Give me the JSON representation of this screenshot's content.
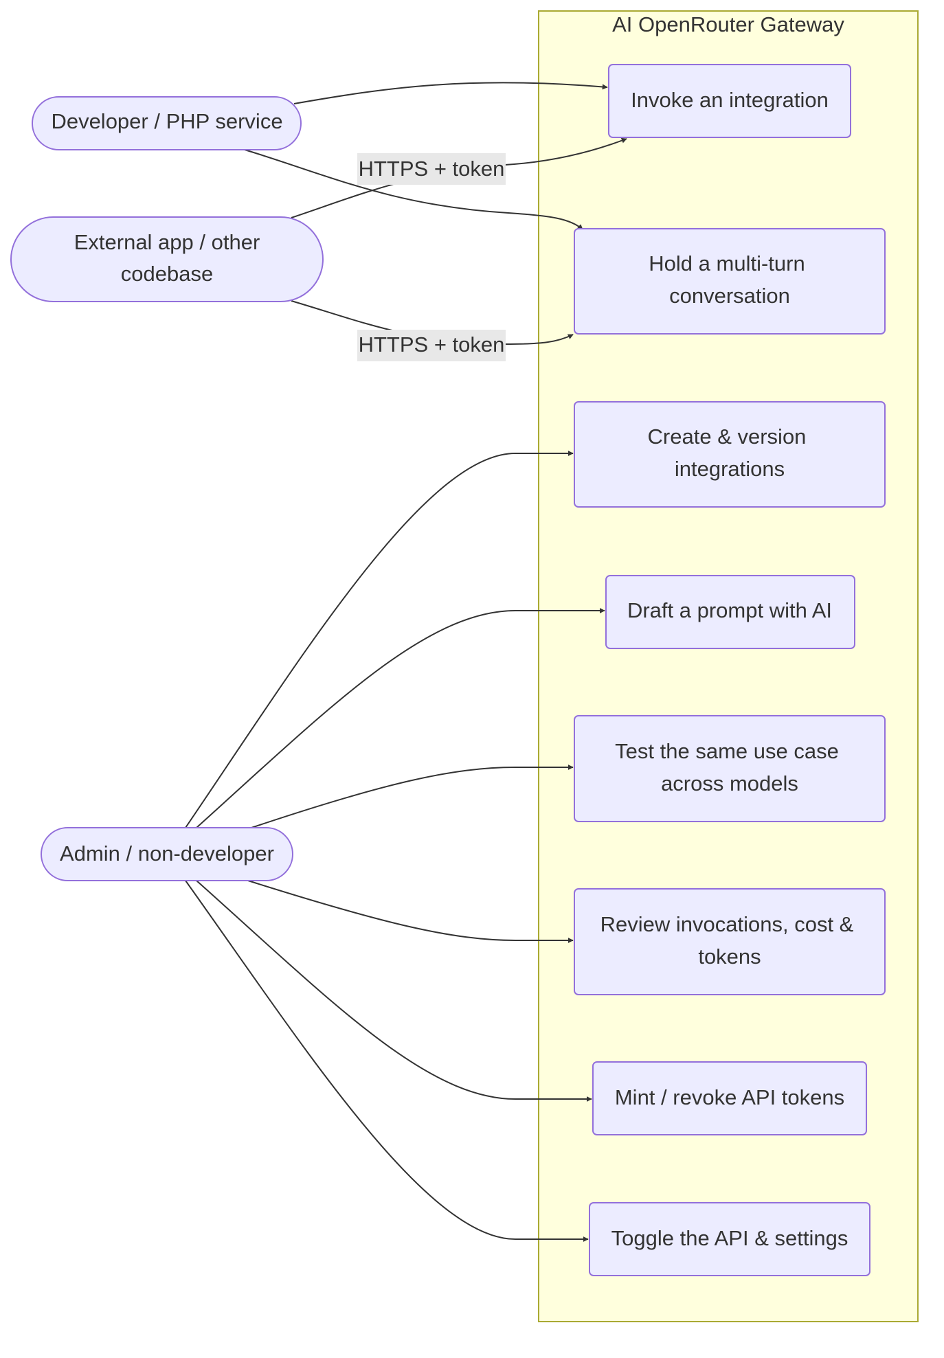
{
  "colors": {
    "cluster_fill": "#ffffdd",
    "cluster_stroke": "#aaaa33",
    "node_fill": "#ececff",
    "node_stroke": "#9370db",
    "edge": "#333333",
    "label_bg": "#e8e8e8",
    "text": "#333333"
  },
  "diagram": {
    "gateway": {
      "title": "AI OpenRouter Gateway"
    },
    "actors": {
      "developer": {
        "lines": [
          "Developer / PHP service"
        ]
      },
      "external": {
        "lines": [
          "External app / other",
          "codebase"
        ]
      },
      "admin": {
        "lines": [
          "Admin / non-developer"
        ]
      }
    },
    "use_cases": {
      "invoke": {
        "lines": [
          "Invoke an integration"
        ]
      },
      "conversation": {
        "lines": [
          "Hold a multi-turn",
          "conversation"
        ]
      },
      "create": {
        "lines": [
          "Create & version",
          "integrations"
        ]
      },
      "draft": {
        "lines": [
          "Draft a prompt with AI"
        ]
      },
      "test": {
        "lines": [
          "Test the same use case",
          "across models"
        ]
      },
      "review": {
        "lines": [
          "Review invocations, cost &",
          "tokens"
        ]
      },
      "mint": {
        "lines": [
          "Mint / revoke API tokens"
        ]
      },
      "toggle": {
        "lines": [
          "Toggle the API & settings"
        ]
      }
    },
    "edge_labels": {
      "external_invoke": "HTTPS + token",
      "external_conversation": "HTTPS + token"
    },
    "edges": [
      {
        "from": "developer",
        "to": "invoke"
      },
      {
        "from": "developer",
        "to": "conversation"
      },
      {
        "from": "external",
        "to": "invoke",
        "label_key": "external_invoke"
      },
      {
        "from": "external",
        "to": "conversation",
        "label_key": "external_conversation"
      },
      {
        "from": "admin",
        "to": "create"
      },
      {
        "from": "admin",
        "to": "draft"
      },
      {
        "from": "admin",
        "to": "test"
      },
      {
        "from": "admin",
        "to": "review"
      },
      {
        "from": "admin",
        "to": "mint"
      },
      {
        "from": "admin",
        "to": "toggle"
      }
    ]
  }
}
